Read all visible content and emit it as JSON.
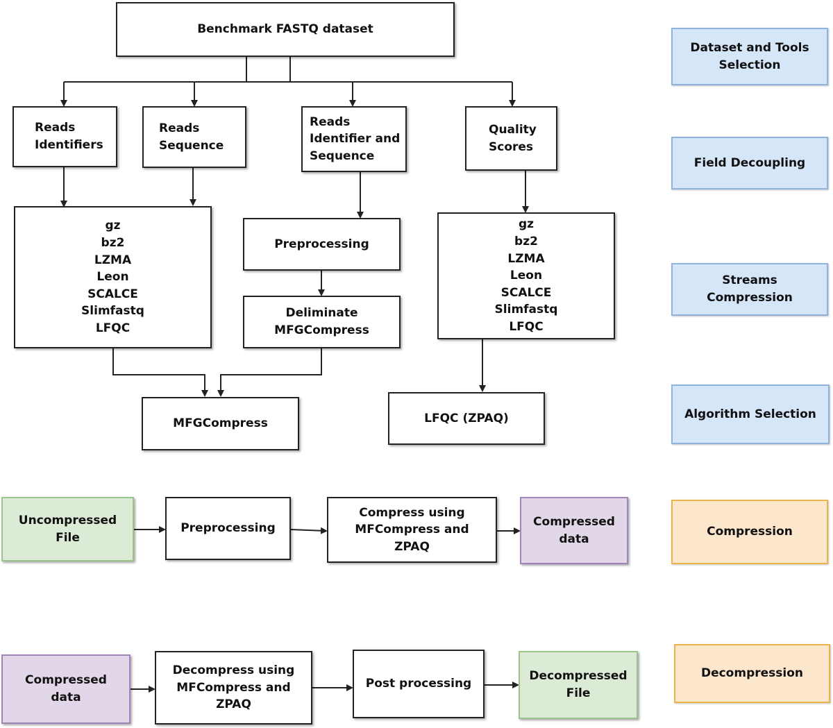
{
  "flow": {
    "dataset": "Benchmark FASTQ dataset",
    "fields": {
      "identifiers": "Reads\nIdentifiers",
      "sequence": "Reads\nSequence",
      "id_and_seq": "Reads\nIdentifier and\nSequence",
      "quality": "Quality\nScores"
    },
    "tools_left": [
      "gz",
      "bz2",
      "LZMA",
      "Leon",
      "SCALCE",
      "Slimfastq",
      "LFQC"
    ],
    "tools_right": [
      "gz",
      "bz2",
      "LZMA",
      "Leon",
      "SCALCE",
      "Slimfastq",
      "LFQC"
    ],
    "preprocessing": "Preprocessing",
    "deliminate": "Deliminate\nMFGCompress",
    "mfgcompress": "MFGCompress",
    "lfqc_zpaq": "LFQC (ZPAQ)"
  },
  "compression_row": {
    "uncompressed": "Uncompressed\nFile",
    "preprocessing": "Preprocessing",
    "compress_using": "Compress using\nMFCompress and\nZPAQ",
    "compressed": "Compressed\ndata"
  },
  "decompression_row": {
    "compressed": "Compressed\ndata",
    "decompress_using": "Decompress using\nMFCompress and\nZPAQ",
    "post_processing": "Post processing",
    "decompressed": "Decompressed\nFile"
  },
  "stages": {
    "dataset_tools": "Dataset and Tools\nSelection",
    "field_decoupling": "Field Decoupling",
    "streams_compression": "Streams\nCompression",
    "algorithm_selection": "Algorithm Selection",
    "compression": "Compression",
    "decompression": "Decompression"
  },
  "colors": {
    "stage_blue": "#d6e6f9",
    "stage_orange": "#fde7cc",
    "green": "#dcebd5",
    "purple": "#e1d7e8"
  }
}
